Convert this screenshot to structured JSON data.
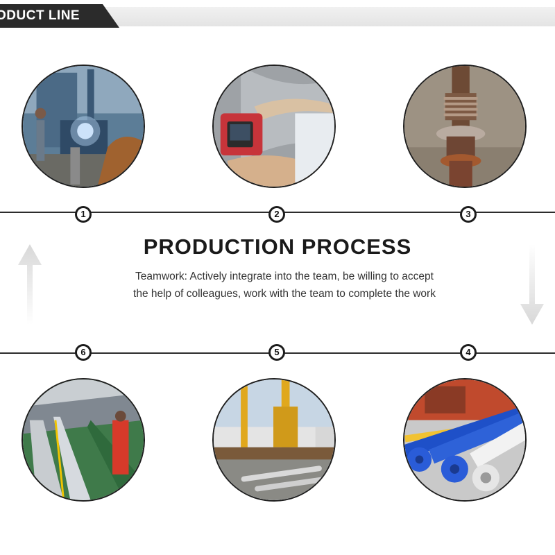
{
  "header": {
    "title": "ODUCT LINE"
  },
  "main": {
    "title": "PRODUCTION PROCESS",
    "description": "Teamwork: Actively integrate into the team, be willing to accept the help of colleagues, work with the team to complete the work"
  },
  "steps": [
    {
      "number": "1",
      "image": "welding-workshop-photo"
    },
    {
      "number": "2",
      "image": "ultrasonic-flaw-detector-photo"
    },
    {
      "number": "3",
      "image": "pipe-assembly-photo"
    },
    {
      "number": "4",
      "image": "painted-pipes-photo"
    },
    {
      "number": "5",
      "image": "drilling-rig-yard-photo"
    },
    {
      "number": "6",
      "image": "ship-deck-pipes-photo"
    }
  ],
  "colors": {
    "header_tab": "#2b2b2b",
    "header_bar": "#e6e6e6",
    "line": "#2c2c2c",
    "arrow": "#e0e0e0"
  }
}
